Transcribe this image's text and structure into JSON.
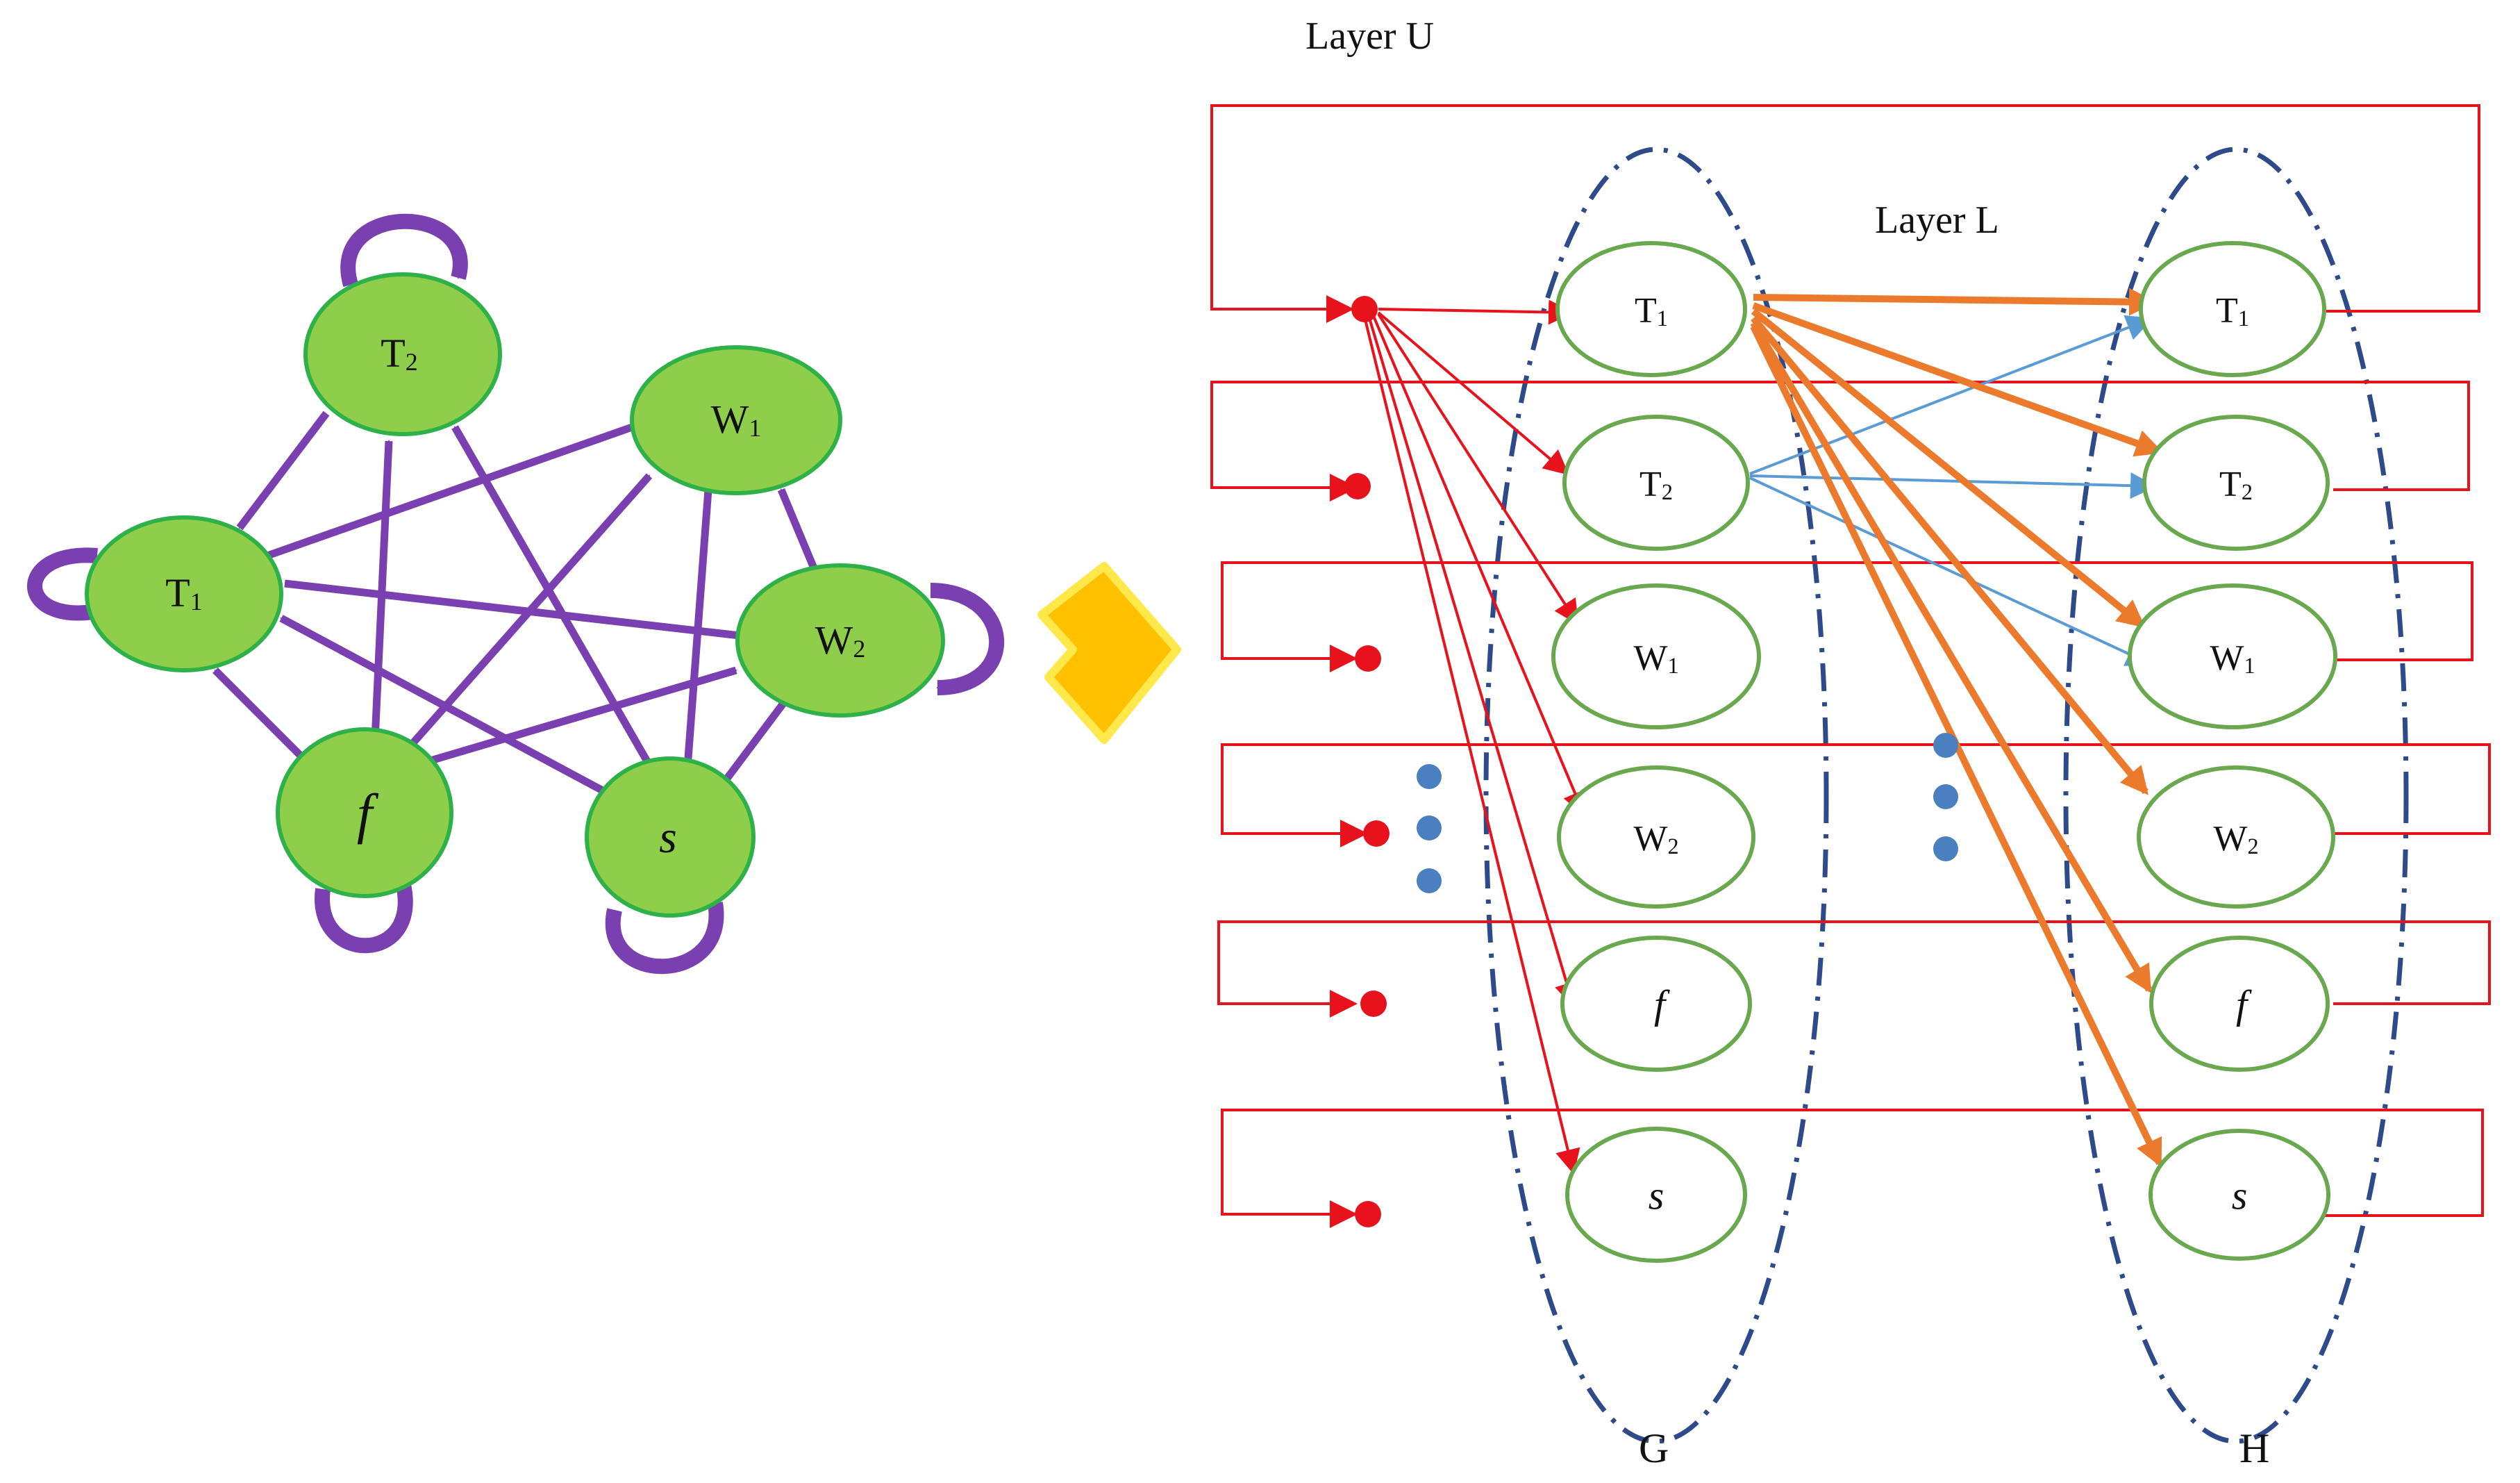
{
  "title_layer_u": "Layer U",
  "title_layer_l": "Layer L",
  "label_g": "G",
  "label_h": "H",
  "nodes": [
    {
      "base": "T",
      "sub": "1",
      "italic": false
    },
    {
      "base": "T",
      "sub": "2",
      "italic": false
    },
    {
      "base": "W",
      "sub": "1",
      "italic": false
    },
    {
      "base": "W",
      "sub": "2",
      "italic": false
    },
    {
      "base": "f",
      "sub": "",
      "italic": true
    },
    {
      "base": "s",
      "sub": "",
      "italic": true
    }
  ],
  "colors": {
    "node_fill": "#8fce4a",
    "node_stroke": "#2fb14a",
    "purple": "#7a3fb0",
    "red": "#e8121c",
    "orange": "#ec7a2c",
    "blue": "#5b9bd5",
    "dash": "#2f4a8a",
    "dot": "#4a7fc0",
    "outline_stroke": "#6aa84f",
    "chevron": "#ffc000",
    "chevron_edge": "#ffe94a"
  }
}
